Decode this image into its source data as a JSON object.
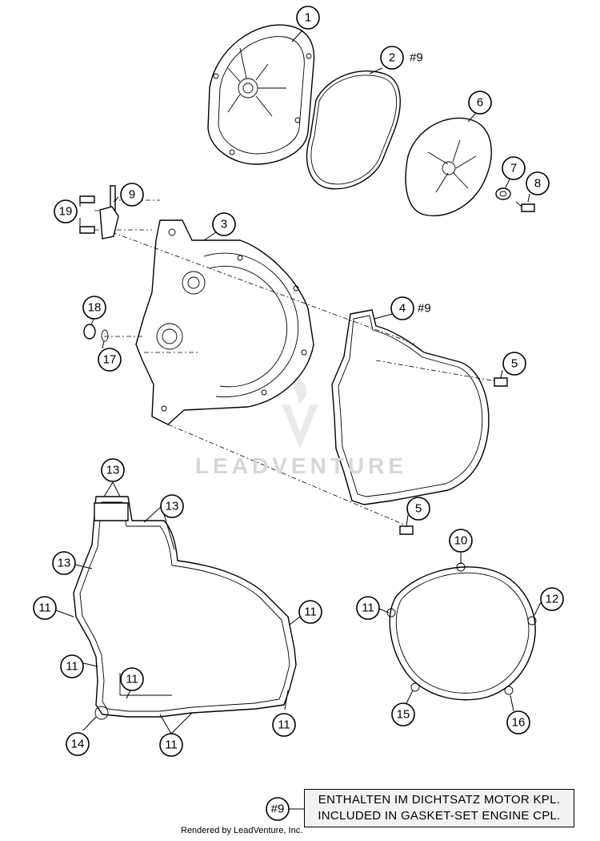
{
  "callouts": {
    "c1": "1",
    "c2": "2",
    "c2_ref": "#9",
    "c3": "3",
    "c4": "4",
    "c4_ref": "#9",
    "c5a": "5",
    "c5b": "5",
    "c6": "6",
    "c7": "7",
    "c8": "8",
    "c9": "9",
    "c10": "10",
    "c11": "11",
    "c12": "12",
    "c13": "13",
    "c14": "14",
    "c15": "15",
    "c16": "16",
    "c17": "17",
    "c18": "18",
    "c19": "19"
  },
  "legend": {
    "ref": "#9",
    "line1": "ENTHALTEN IM DICHTSATZ MOTOR KPL.",
    "line2": "INCLUDED IN GASKET-SET ENGINE CPL."
  },
  "footer": "Rendered by LeadVenture, Inc.",
  "watermark": "LEADVENTURE"
}
